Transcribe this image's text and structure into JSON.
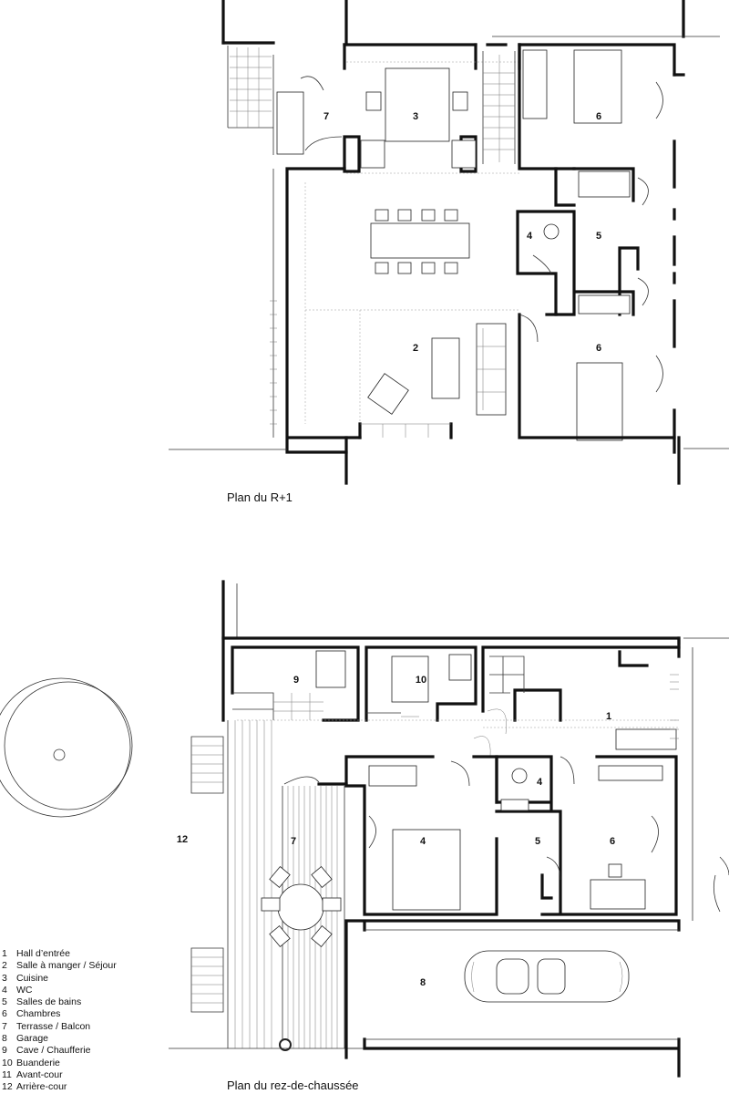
{
  "captions": {
    "upper": "Plan du R+1",
    "lower": "Plan du rez-de-chaussée"
  },
  "upper_rooms": {
    "r7": "7",
    "r3": "3",
    "r6a": "6",
    "r4": "4",
    "r5": "5",
    "r2": "2",
    "r6b": "6"
  },
  "lower_rooms": {
    "r9": "9",
    "r10": "10",
    "r1": "1",
    "r4a": "4",
    "r12": "12",
    "r7": "7",
    "r4b": "4",
    "r5": "5",
    "r6": "6",
    "r8": "8"
  },
  "legend": [
    {
      "n": "1",
      "label": "Hall d’entrée"
    },
    {
      "n": "2",
      "label": "Salle à manger / Séjour"
    },
    {
      "n": "3",
      "label": "Cuisine"
    },
    {
      "n": "4",
      "label": "WC"
    },
    {
      "n": "5",
      "label": "Salles de bains"
    },
    {
      "n": "6",
      "label": "Chambres"
    },
    {
      "n": "7",
      "label": "Terrasse / Balcon"
    },
    {
      "n": "8",
      "label": "Garage"
    },
    {
      "n": "9",
      "label": "Cave / Chaufferie"
    },
    {
      "n": "10",
      "label": "Buanderie"
    },
    {
      "n": "11",
      "label": "Avant-cour"
    },
    {
      "n": "12",
      "label": "Arrière-cour"
    }
  ]
}
